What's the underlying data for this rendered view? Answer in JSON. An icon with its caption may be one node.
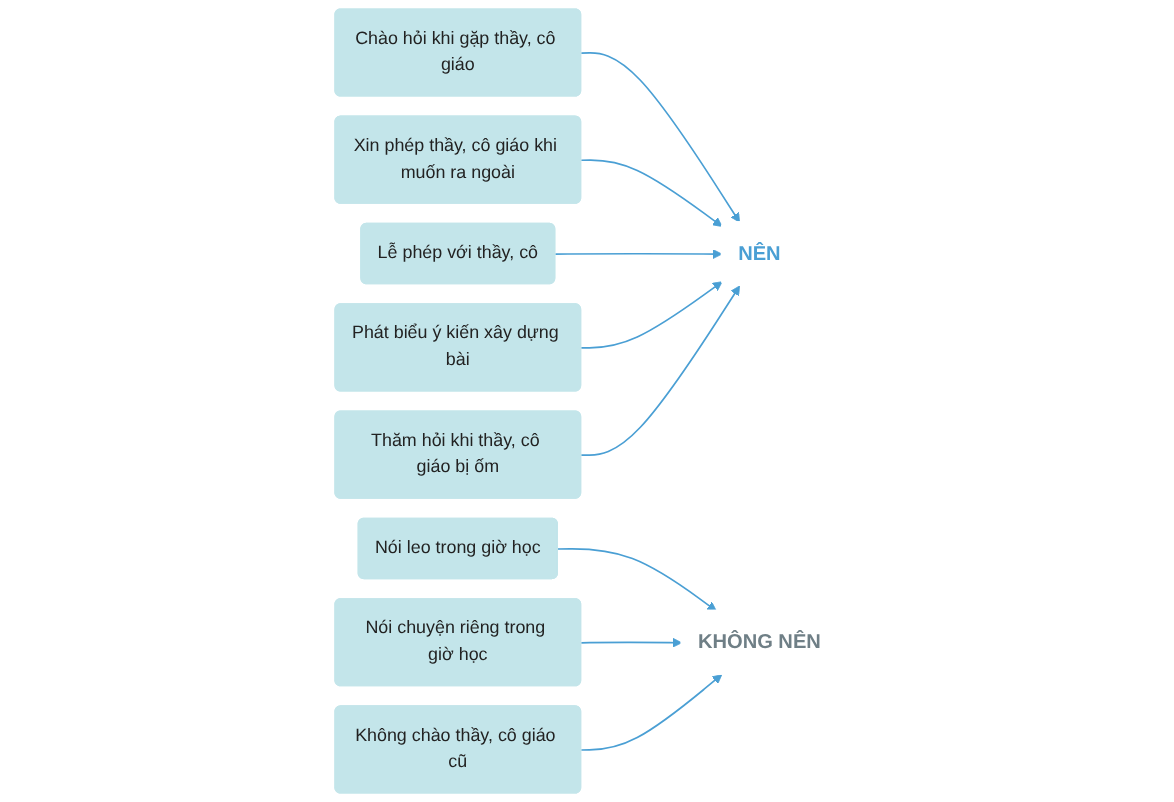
{
  "diagram": {
    "nodes": [
      {
        "text": [
          "Chào hỏi khi gặp thầy, cô giáo"
        ]
      },
      {
        "text": [
          "Xin phép thầy, cô giáo khi muốn ra ngoài"
        ]
      },
      {
        "text": [
          "Lễ phép với thầy, cô"
        ]
      },
      {
        "text": [
          "NÊN"
        ]
      },
      {
        "text": [
          "Nói leo trong giờ học"
        ]
      },
      {
        "text": [
          "KHÔNG NÊN"
        ]
      },
      {
        "text": [
          "Nói chuyện riêng trong giờ học"
        ]
      },
      {
        "text": [
          "Phát biểu ý kiến xây dựng bài"
        ]
      },
      {
        "text": [
          "Không chào thầy, cô giáo cũ"
        ]
      },
      {
        "text": [
          "Thăm hỏi khi thầy, cô giáo bị ốm"
        ]
      }
    ],
    "edges": [
      {
        "from": 0,
        "to": 3,
        "arrow": "to"
      },
      {
        "from": 1,
        "to": 3,
        "arrow": "to"
      },
      {
        "from": 2,
        "to": 3,
        "arrow": "to"
      },
      {
        "from": 4,
        "to": 5,
        "arrow": "to"
      },
      {
        "from": 6,
        "to": 5,
        "arrow": "to"
      },
      {
        "from": 7,
        "to": 3,
        "arrow": "to"
      },
      {
        "from": 8,
        "to": 5,
        "arrow": "to"
      },
      {
        "from": 9,
        "to": 3,
        "arrow": "to"
      }
    ]
  }
}
